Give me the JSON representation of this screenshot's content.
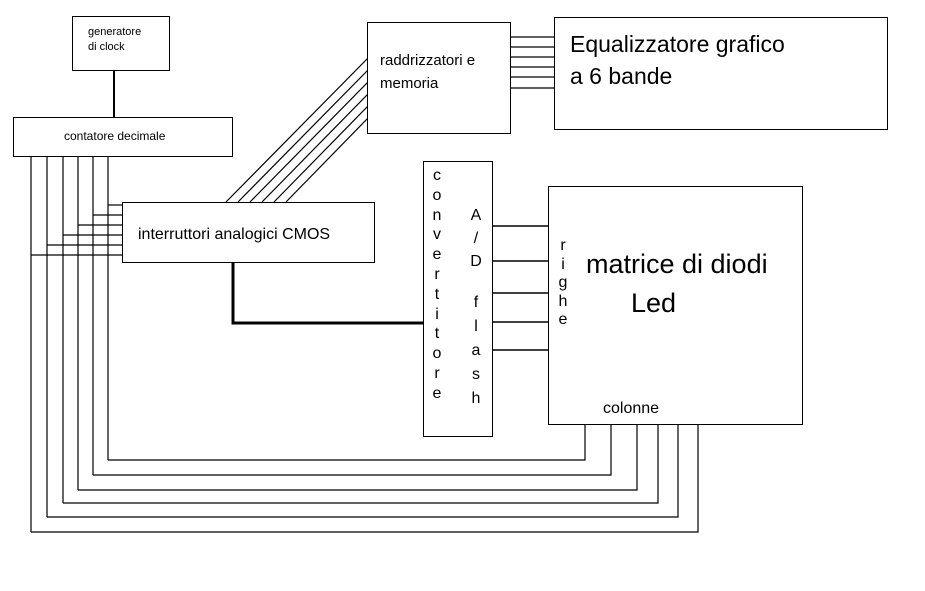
{
  "blocks": {
    "clock_generator": {
      "line1": "generatore",
      "line2": "di clock"
    },
    "decimal_counter": {
      "label": "contatore decimale"
    },
    "rectifiers_memory": {
      "line1": "raddrizzatori e",
      "line2": "memoria"
    },
    "equalizer": {
      "line1": "Equalizzatore grafico",
      "line2": "a 6 bande"
    },
    "cmos_switches": {
      "label": "interruttori analogici CMOS"
    },
    "converter": {
      "vertical_word": [
        "c",
        "o",
        "n",
        "v",
        "e",
        "r",
        "t",
        "i",
        "t",
        "o",
        "r",
        "e"
      ],
      "ad_letters": [
        "A",
        "/",
        "D"
      ],
      "flash_letters": [
        "f",
        "l",
        "a",
        "s",
        "h"
      ]
    },
    "led_matrix": {
      "line1": "matrice di diodi",
      "line2": "Led",
      "rows_letters": [
        "r",
        "i",
        "g",
        "h",
        "e"
      ],
      "columns_label": "colonne"
    }
  }
}
